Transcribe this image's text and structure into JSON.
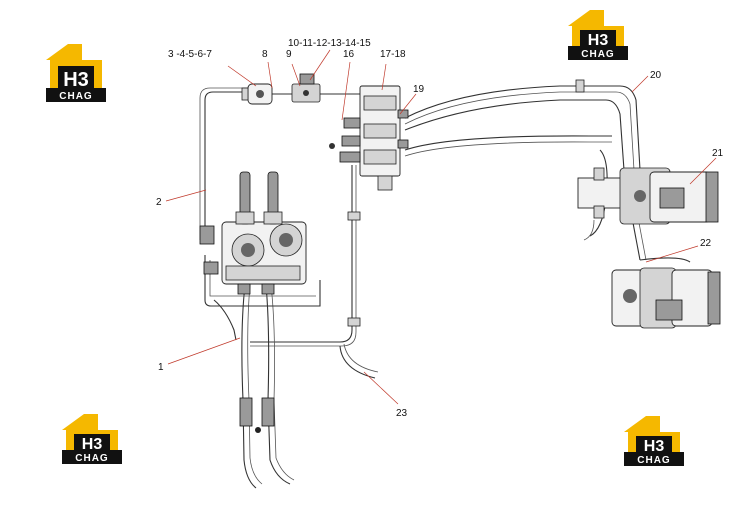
{
  "logo": {
    "letters": "H3",
    "brand": "CHAG",
    "colors": {
      "roof": "#f5b800",
      "body": "#111111",
      "text": "#ffffff"
    }
  },
  "callouts": {
    "c1": "1",
    "c2": "2",
    "c3_7": "3 -4-5-6-7",
    "c8": "8",
    "c9": "9",
    "c10_15": "10-11-12-13-14-15",
    "c16": "16",
    "c17_18": "17-18",
    "c19": "19",
    "c20": "20",
    "c21": "21",
    "c22": "22",
    "c23": "23"
  },
  "colors": {
    "leader": "#c0392b",
    "line": "#333333"
  }
}
